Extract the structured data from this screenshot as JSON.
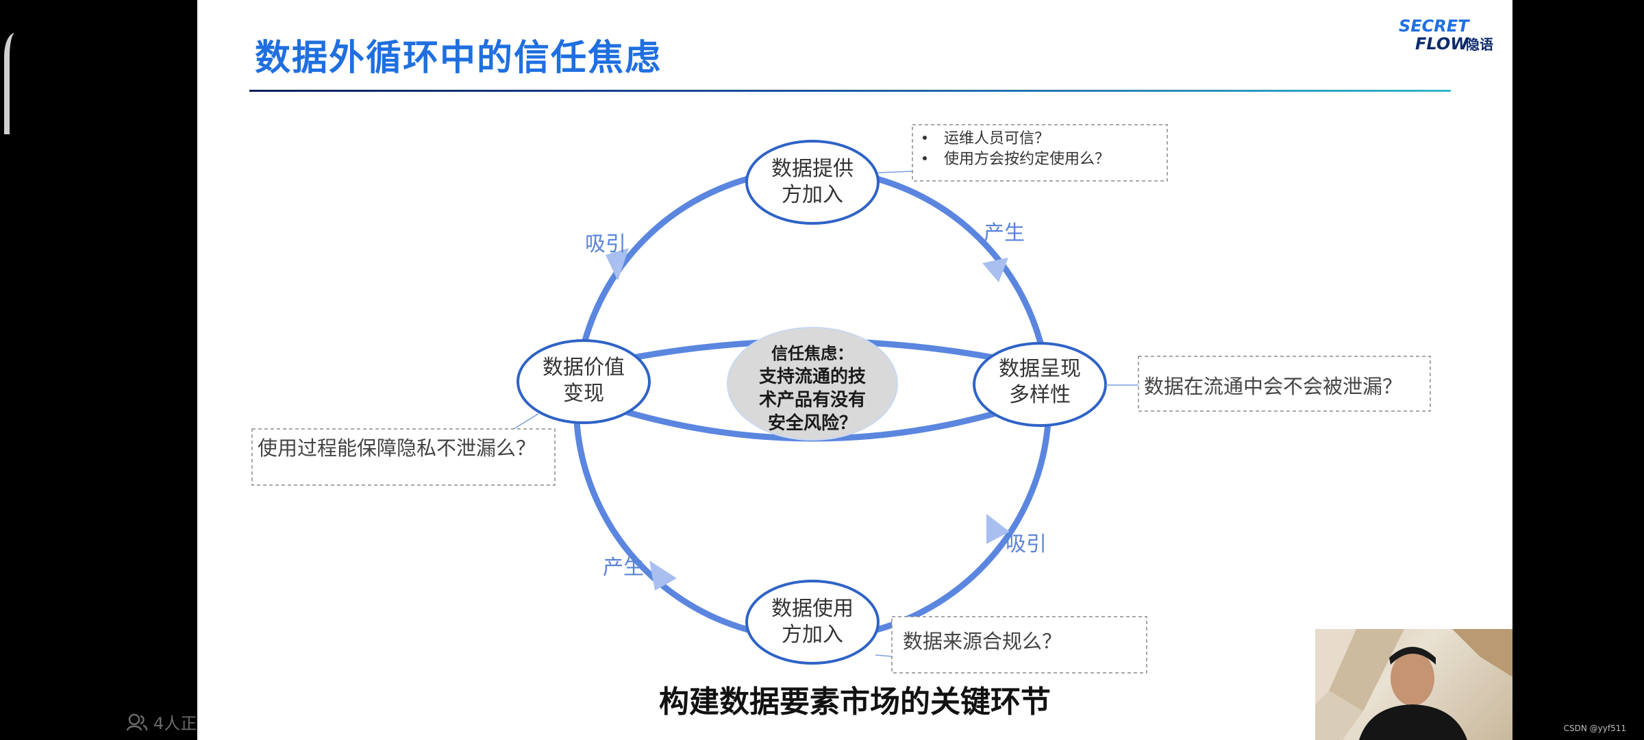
{
  "overlay": {
    "viewer_count": "4人正"
  },
  "slide": {
    "title": "数据外循环中的信任焦虑",
    "logo": {
      "top": "SECRET",
      "bottom": "FLOW",
      "cn": "隐语"
    },
    "center": {
      "heading": "信任焦虑：",
      "lines": [
        "支持流通的技",
        "术产品有没有",
        "安全风险？"
      ]
    },
    "nodes": {
      "top": [
        "数据提供",
        "方加入"
      ],
      "right": [
        "数据呈现",
        "多样性"
      ],
      "bottom": [
        "数据使用",
        "方加入"
      ],
      "left": [
        "数据价值",
        "变现"
      ]
    },
    "arrows": {
      "top_left": "吸引",
      "top_right": "产生",
      "bottom_right": "吸引",
      "bottom_left": "产生"
    },
    "notes": {
      "top": [
        "运维人员可信？",
        "使用方会按约定使用么？"
      ],
      "right": "数据在流通中会不会被泄漏？",
      "left": "使用过程能保障隐私不泄漏么？",
      "bottom": "数据来源合规么？"
    },
    "caption": "构建数据要素市场的关键环节"
  },
  "watermark": "CSDN @yyf511",
  "colors": {
    "title_blue": "#1f6fe0",
    "loop_blue": "#5b86df",
    "label_blue": "#5a82d8",
    "node_border": "#2f63c6"
  }
}
